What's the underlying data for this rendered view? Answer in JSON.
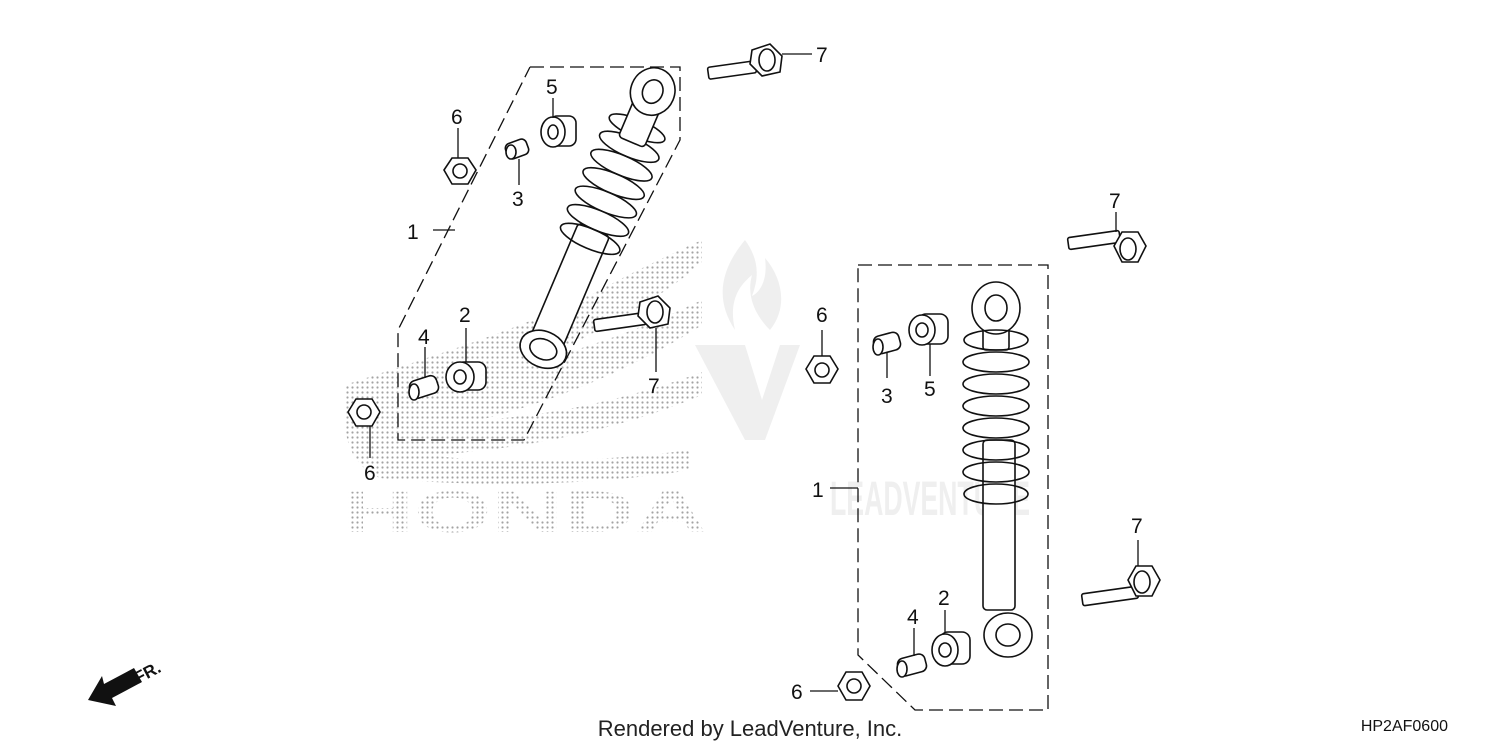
{
  "watermark": {
    "brand": "HONDA",
    "dealer": "LEADVENTURE"
  },
  "direction_label": "FR.",
  "left_assembly": {
    "callouts": [
      {
        "id": "l-1",
        "text": "1"
      },
      {
        "id": "l-2",
        "text": "2"
      },
      {
        "id": "l-3",
        "text": "3"
      },
      {
        "id": "l-4",
        "text": "4"
      },
      {
        "id": "l-5",
        "text": "5"
      },
      {
        "id": "l-6a",
        "text": "6"
      },
      {
        "id": "l-6b",
        "text": "6"
      },
      {
        "id": "l-7a",
        "text": "7"
      },
      {
        "id": "l-7b",
        "text": "7"
      }
    ]
  },
  "right_assembly": {
    "callouts": [
      {
        "id": "r-1",
        "text": "1"
      },
      {
        "id": "r-2",
        "text": "2"
      },
      {
        "id": "r-3",
        "text": "3"
      },
      {
        "id": "r-4",
        "text": "4"
      },
      {
        "id": "r-5",
        "text": "5"
      },
      {
        "id": "r-6a",
        "text": "6"
      },
      {
        "id": "r-6b",
        "text": "6"
      },
      {
        "id": "r-7a",
        "text": "7"
      },
      {
        "id": "r-7b",
        "text": "7"
      }
    ]
  },
  "footer": {
    "credit": "Rendered by LeadVenture, Inc.",
    "diagram_code": "HP2AF0600"
  },
  "colors": {
    "line": "#111111",
    "watermark_dots": "#9a9a9a",
    "watermark_gray": "#dddddd"
  }
}
